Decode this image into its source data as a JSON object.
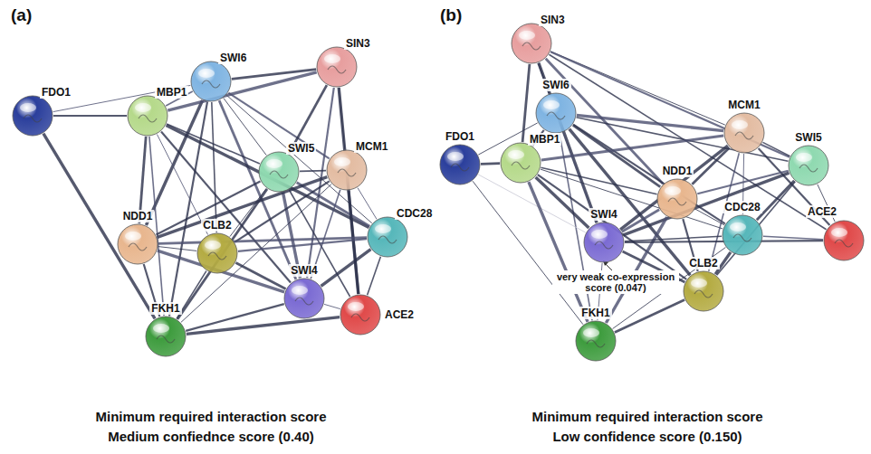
{
  "diagram": {
    "nodes": [
      {
        "text": [
          "FDO1"
        ]
      },
      {
        "text": [
          "SWI6"
        ]
      },
      {
        "text": [
          "MBP1"
        ]
      },
      {
        "text": [
          "SIN3"
        ]
      },
      {
        "text": [
          "SWI5"
        ]
      },
      {
        "text": [
          "MCM1"
        ]
      },
      {
        "text": [
          "CDC28"
        ]
      },
      {
        "text": [
          "NDD1"
        ]
      },
      {
        "text": [
          "CLB2"
        ]
      },
      {
        "text": [
          "SWI4"
        ]
      },
      {
        "text": [
          "ACE2"
        ]
      },
      {
        "text": [
          "FKH1"
        ]
      },
      {
        "text": [
          "SIN3"
        ]
      },
      {
        "text": [
          "SWI6"
        ]
      },
      {
        "text": [
          "FDO1"
        ]
      },
      {
        "text": [
          "MBP1"
        ]
      },
      {
        "text": [
          "MCM1"
        ]
      },
      {
        "text": [
          "SWI5"
        ]
      },
      {
        "text": [
          "NDD1"
        ]
      },
      {
        "text": [
          "SWI4"
        ]
      },
      {
        "text": [
          "CDC28"
        ]
      },
      {
        "text": [
          "ACE2"
        ]
      },
      {
        "text": [
          "CLB2"
        ]
      },
      {
        "text": [
          "FKH1"
        ]
      }
    ],
    "edges": [
      {
        "from": 0,
        "to": 1,
        "arrow": "none"
      },
      {
        "from": 0,
        "to": 2,
        "arrow": "none"
      },
      {
        "from": 0,
        "to": 11,
        "arrow": "none"
      },
      {
        "from": 1,
        "to": 2,
        "arrow": "none"
      },
      {
        "from": 1,
        "to": 3,
        "arrow": "none"
      },
      {
        "from": 1,
        "to": 4,
        "arrow": "none"
      },
      {
        "from": 1,
        "to": 5,
        "arrow": "none"
      },
      {
        "from": 1,
        "to": 7,
        "arrow": "none"
      },
      {
        "from": 1,
        "to": 8,
        "arrow": "none"
      },
      {
        "from": 1,
        "to": 9,
        "arrow": "none"
      },
      {
        "from": 1,
        "to": 6,
        "arrow": "none"
      },
      {
        "from": 1,
        "to": 11,
        "arrow": "none"
      },
      {
        "from": 2,
        "to": 3,
        "arrow": "none"
      },
      {
        "from": 2,
        "to": 4,
        "arrow": "none"
      },
      {
        "from": 2,
        "to": 7,
        "arrow": "none"
      },
      {
        "from": 2,
        "to": 8,
        "arrow": "none"
      },
      {
        "from": 2,
        "to": 9,
        "arrow": "none"
      },
      {
        "from": 2,
        "to": 6,
        "arrow": "none"
      },
      {
        "from": 2,
        "to": 11,
        "arrow": "none"
      },
      {
        "from": 3,
        "to": 4,
        "arrow": "none"
      },
      {
        "from": 3,
        "to": 5,
        "arrow": "none"
      },
      {
        "from": 3,
        "to": 9,
        "arrow": "none"
      },
      {
        "from": 3,
        "to": 10,
        "arrow": "none"
      },
      {
        "from": 4,
        "to": 5,
        "arrow": "none"
      },
      {
        "from": 4,
        "to": 6,
        "arrow": "none"
      },
      {
        "from": 4,
        "to": 8,
        "arrow": "none"
      },
      {
        "from": 4,
        "to": 7,
        "arrow": "none"
      },
      {
        "from": 4,
        "to": 9,
        "arrow": "none"
      },
      {
        "from": 4,
        "to": 10,
        "arrow": "none"
      },
      {
        "from": 4,
        "to": 11,
        "arrow": "none"
      },
      {
        "from": 5,
        "to": 6,
        "arrow": "none"
      },
      {
        "from": 5,
        "to": 8,
        "arrow": "none"
      },
      {
        "from": 5,
        "to": 7,
        "arrow": "none"
      },
      {
        "from": 5,
        "to": 9,
        "arrow": "none"
      },
      {
        "from": 5,
        "to": 10,
        "arrow": "none"
      },
      {
        "from": 5,
        "to": 11,
        "arrow": "none"
      },
      {
        "from": 6,
        "to": 8,
        "arrow": "none"
      },
      {
        "from": 6,
        "to": 9,
        "arrow": "none"
      },
      {
        "from": 6,
        "to": 10,
        "arrow": "none"
      },
      {
        "from": 6,
        "to": 7,
        "arrow": "none"
      },
      {
        "from": 7,
        "to": 8,
        "arrow": "none"
      },
      {
        "from": 7,
        "to": 11,
        "arrow": "none"
      },
      {
        "from": 7,
        "to": 9,
        "arrow": "none"
      },
      {
        "from": 8,
        "to": 11,
        "arrow": "none"
      },
      {
        "from": 8,
        "to": 9,
        "arrow": "none"
      },
      {
        "from": 9,
        "to": 10,
        "arrow": "none"
      },
      {
        "from": 9,
        "to": 11,
        "arrow": "none"
      },
      {
        "from": 11,
        "to": 10,
        "arrow": "none"
      },
      {
        "from": 12,
        "to": 13,
        "arrow": "none"
      },
      {
        "from": 12,
        "to": 15,
        "arrow": "none"
      },
      {
        "from": 12,
        "to": 16,
        "arrow": "none"
      },
      {
        "from": 12,
        "to": 17,
        "arrow": "none"
      },
      {
        "from": 12,
        "to": 19,
        "arrow": "none"
      },
      {
        "from": 12,
        "to": 21,
        "arrow": "none"
      },
      {
        "from": 12,
        "to": 18,
        "arrow": "none"
      },
      {
        "from": 13,
        "to": 14,
        "arrow": "none"
      },
      {
        "from": 13,
        "to": 15,
        "arrow": "none"
      },
      {
        "from": 13,
        "to": 16,
        "arrow": "none"
      },
      {
        "from": 13,
        "to": 17,
        "arrow": "none"
      },
      {
        "from": 13,
        "to": 18,
        "arrow": "none"
      },
      {
        "from": 13,
        "to": 19,
        "arrow": "none"
      },
      {
        "from": 13,
        "to": 20,
        "arrow": "none"
      },
      {
        "from": 13,
        "to": 22,
        "arrow": "none"
      },
      {
        "from": 13,
        "to": 23,
        "arrow": "none"
      },
      {
        "from": 14,
        "to": 15,
        "arrow": "none"
      },
      {
        "from": 14,
        "to": 23,
        "arrow": "none"
      },
      {
        "from": 14,
        "to": 19,
        "arrow": "none"
      },
      {
        "from": 15,
        "to": 19,
        "arrow": "none"
      },
      {
        "from": 15,
        "to": 18,
        "arrow": "none"
      },
      {
        "from": 15,
        "to": 16,
        "arrow": "none"
      },
      {
        "from": 15,
        "to": 20,
        "arrow": "none"
      },
      {
        "from": 15,
        "to": 22,
        "arrow": "none"
      },
      {
        "from": 15,
        "to": 23,
        "arrow": "none"
      },
      {
        "from": 16,
        "to": 17,
        "arrow": "none"
      },
      {
        "from": 16,
        "to": 18,
        "arrow": "none"
      },
      {
        "from": 16,
        "to": 20,
        "arrow": "none"
      },
      {
        "from": 16,
        "to": 21,
        "arrow": "none"
      },
      {
        "from": 16,
        "to": 19,
        "arrow": "none"
      },
      {
        "from": 16,
        "to": 22,
        "arrow": "none"
      },
      {
        "from": 17,
        "to": 20,
        "arrow": "none"
      },
      {
        "from": 17,
        "to": 21,
        "arrow": "none"
      },
      {
        "from": 17,
        "to": 18,
        "arrow": "none"
      },
      {
        "from": 17,
        "to": 19,
        "arrow": "none"
      },
      {
        "from": 17,
        "to": 22,
        "arrow": "none"
      },
      {
        "from": 18,
        "to": 19,
        "arrow": "none"
      },
      {
        "from": 18,
        "to": 20,
        "arrow": "none"
      },
      {
        "from": 18,
        "to": 22,
        "arrow": "none"
      },
      {
        "from": 18,
        "to": 23,
        "arrow": "none"
      },
      {
        "from": 19,
        "to": 20,
        "arrow": "none"
      },
      {
        "from": 19,
        "to": 22,
        "arrow": "none"
      },
      {
        "from": 19,
        "to": 23,
        "arrow": "none"
      },
      {
        "from": 19,
        "to": 21,
        "arrow": "none"
      },
      {
        "from": 20,
        "to": 22,
        "arrow": "none"
      },
      {
        "from": 20,
        "to": 21,
        "arrow": "none"
      },
      {
        "from": 22,
        "to": 23,
        "arrow": "none"
      },
      {
        "from": 23,
        "to": 20,
        "arrow": "none"
      }
    ],
    "labels": [
      "(a)",
      "(b)",
      "very weak co-expression score (0.047)",
      "Minimum required interaction score",
      "Medium confiednce score (0.40)",
      "Minimum required interaction score",
      "Low confidence score (0.150)"
    ]
  }
}
